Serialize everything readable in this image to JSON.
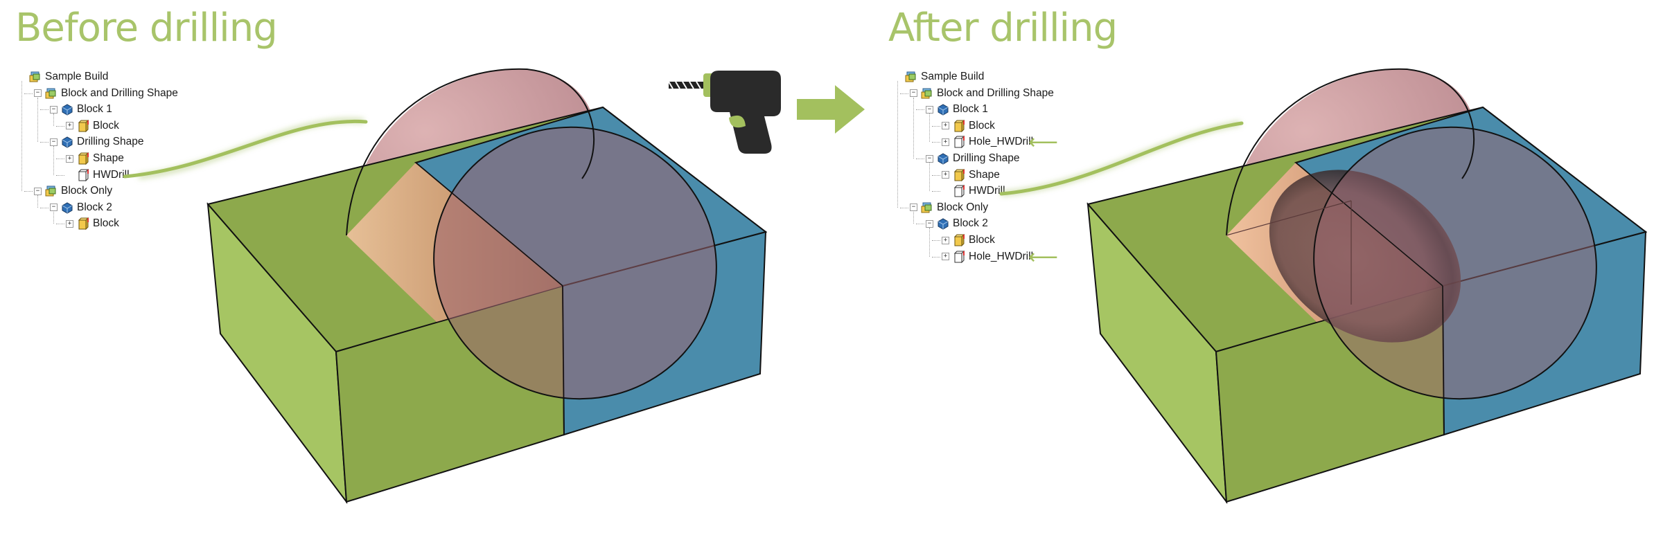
{
  "before": {
    "title": "Before drilling",
    "tree": [
      {
        "label": "Sample Build",
        "level": 0,
        "expander": "",
        "icon": "assembly-icon"
      },
      {
        "label": "Block and Drilling Shape",
        "level": 1,
        "expander": "−",
        "icon": "assembly-icon"
      },
      {
        "label": "Block 1",
        "level": 2,
        "expander": "−",
        "icon": "component-icon"
      },
      {
        "label": "Block",
        "level": 3,
        "expander": "+",
        "icon": "solid-body-icon"
      },
      {
        "label": "Drilling Shape",
        "level": 2,
        "expander": "−",
        "icon": "component-icon"
      },
      {
        "label": "Shape",
        "level": 3,
        "expander": "+",
        "icon": "solid-body-icon"
      },
      {
        "label": "HWDrill",
        "level": 3,
        "expander": "",
        "icon": "drill-body-icon"
      },
      {
        "label": "Block Only",
        "level": 1,
        "expander": "−",
        "icon": "assembly-icon"
      },
      {
        "label": "Block 2",
        "level": 2,
        "expander": "−",
        "icon": "component-icon"
      },
      {
        "label": "Block",
        "level": 3,
        "expander": "+",
        "icon": "solid-body-icon"
      }
    ]
  },
  "after": {
    "title": "After drilling",
    "tree": [
      {
        "label": "Sample Build",
        "level": 0,
        "expander": "",
        "icon": "assembly-icon"
      },
      {
        "label": "Block and Drilling Shape",
        "level": 1,
        "expander": "−",
        "icon": "assembly-icon"
      },
      {
        "label": "Block 1",
        "level": 2,
        "expander": "−",
        "icon": "component-icon"
      },
      {
        "label": "Block",
        "level": 3,
        "expander": "+",
        "icon": "solid-body-icon"
      },
      {
        "label": "Hole_HWDrill",
        "level": 3,
        "expander": "+",
        "icon": "drill-body-icon",
        "highlight": true
      },
      {
        "label": "Drilling Shape",
        "level": 2,
        "expander": "−",
        "icon": "component-icon"
      },
      {
        "label": "Shape",
        "level": 3,
        "expander": "+",
        "icon": "solid-body-icon"
      },
      {
        "label": "HWDrill",
        "level": 3,
        "expander": "",
        "icon": "drill-body-icon"
      },
      {
        "label": "Block Only",
        "level": 1,
        "expander": "−",
        "icon": "assembly-icon"
      },
      {
        "label": "Block 2",
        "level": 2,
        "expander": "−",
        "icon": "component-icon"
      },
      {
        "label": "Block",
        "level": 3,
        "expander": "+",
        "icon": "solid-body-icon"
      },
      {
        "label": "Hole_HWDrill",
        "level": 3,
        "expander": "+",
        "icon": "drill-body-icon",
        "highlight": true
      }
    ]
  },
  "center_icons": [
    "power-drill-icon",
    "right-arrow-icon"
  ],
  "colors": {
    "accent_green": "#a3c05e",
    "block_left_face": "#a6c563",
    "block_front_face": "#8da94c",
    "block_right_face": "#4a8cab",
    "drill_shape": "#c48a8e"
  }
}
